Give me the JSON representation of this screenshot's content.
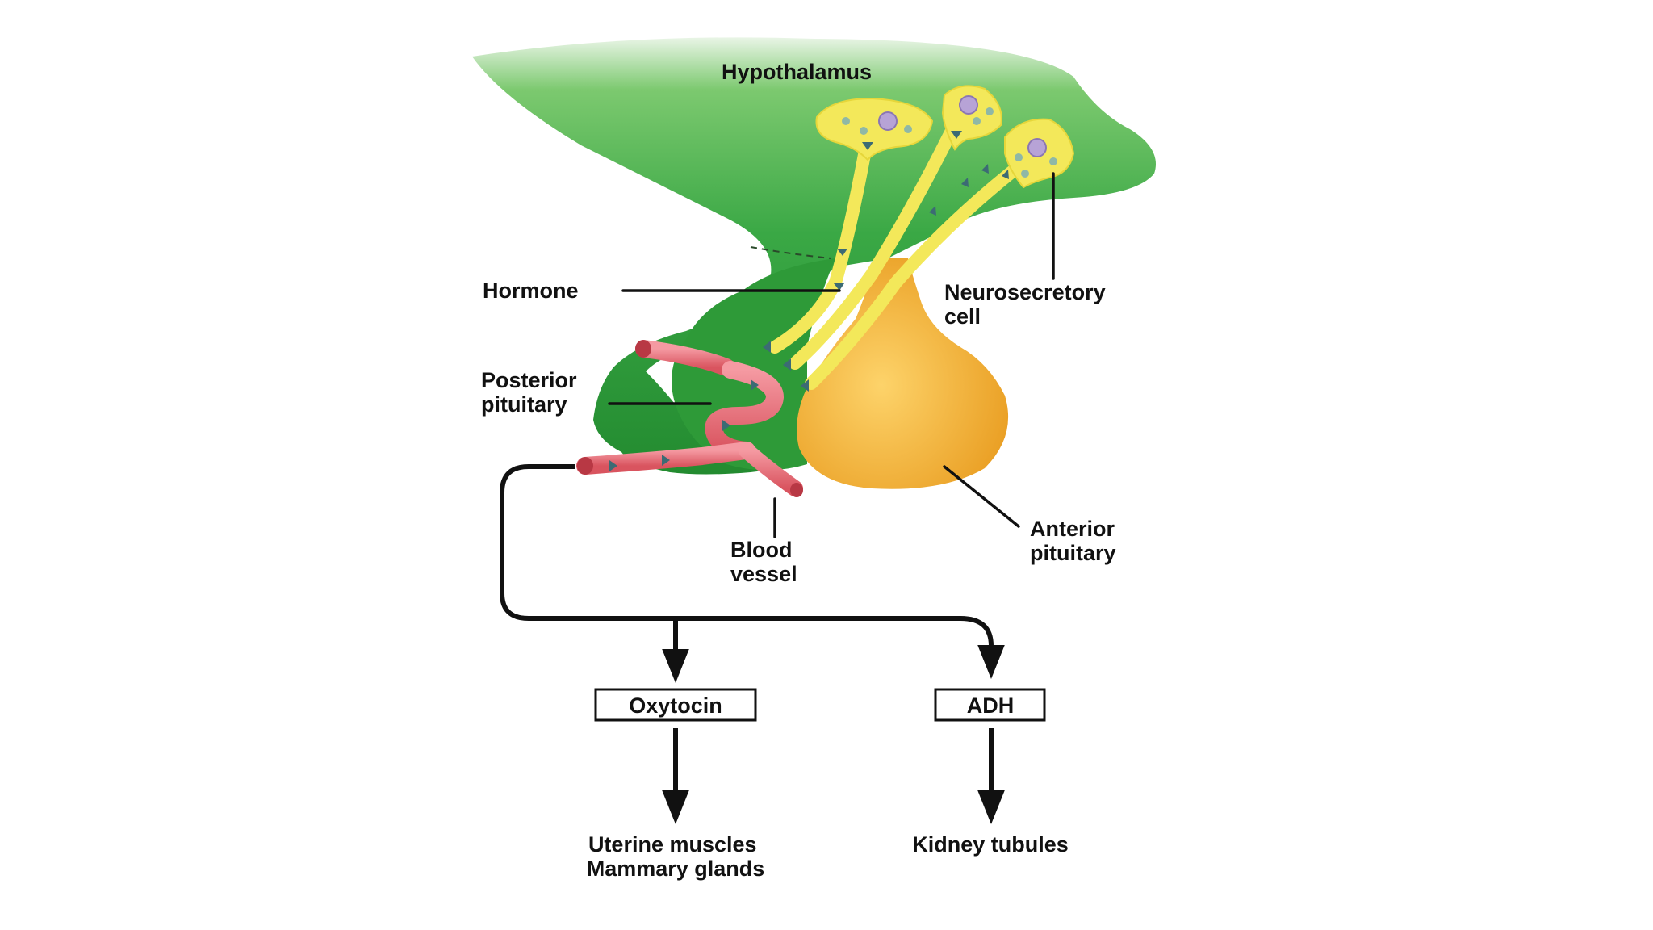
{
  "labels": {
    "hypothalamus": "Hypothalamus",
    "hormone": "Hormone",
    "neurosecretory_line1": "Neurosecretory",
    "neurosecretory_line2": "cell",
    "posterior_line1": "Posterior",
    "posterior_line2": "pituitary",
    "anterior_line1": "Anterior",
    "anterior_line2": "pituitary",
    "blood_line1": "Blood",
    "blood_line2": "vessel"
  },
  "hormones": {
    "oxytocin": "Oxytocin",
    "adh": "ADH"
  },
  "targets": {
    "oxytocin_line1": "Uterine muscles",
    "oxytocin_line2": "Mammary glands",
    "adh_line1": "Kidney tubules"
  },
  "colors": {
    "hypothalamus": "#2f9e3a",
    "neuron": "#f3e85a",
    "anterior_pituitary": "#f2a92a",
    "blood_vessel": "#e8707a",
    "nucleus": "#b7a3d6"
  }
}
